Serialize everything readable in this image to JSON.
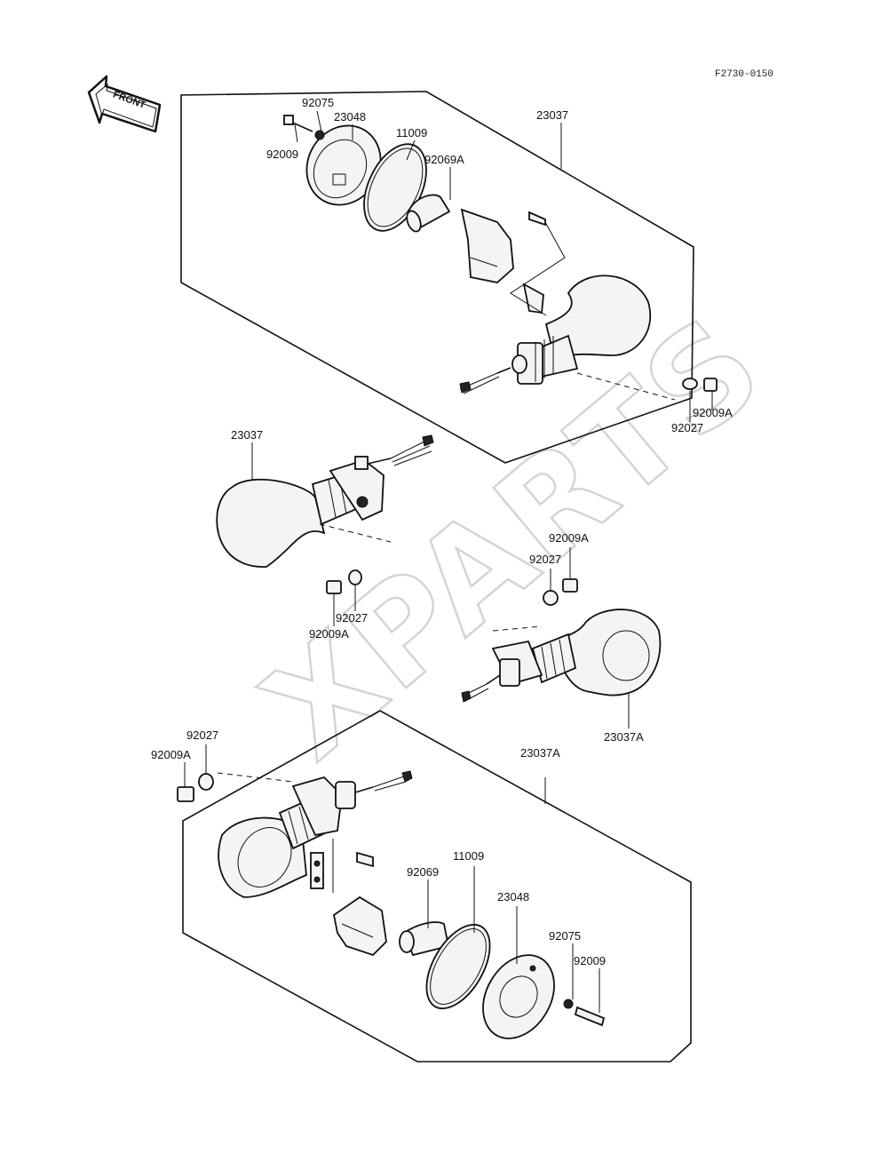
{
  "reference_code": "F2730-0150",
  "front_arrow": {
    "label": "FRONT"
  },
  "watermark": "XPARTS",
  "labels": {
    "p92075_top": "92075",
    "p23048_top": "23048",
    "p11009_top": "11009",
    "p92009_top": "92009",
    "p92069A_top": "92069A",
    "p23037_top": "23037",
    "p92009A_r1": "92009A",
    "p92027_r1": "92027",
    "p23037_mid": "23037",
    "p92009A_r2": "92009A",
    "p92027_r2": "92027",
    "p92027_l1": "92027",
    "p92009A_l1": "92009A",
    "p23037A_mid": "23037A",
    "p92027_l2": "92027",
    "p92009A_l2": "92009A",
    "p23037A_bot": "23037A",
    "p11009_bot": "11009",
    "p92069_bot": "92069",
    "p23048_bot": "23048",
    "p92075_bot": "92075",
    "p92009_bot": "92009"
  }
}
